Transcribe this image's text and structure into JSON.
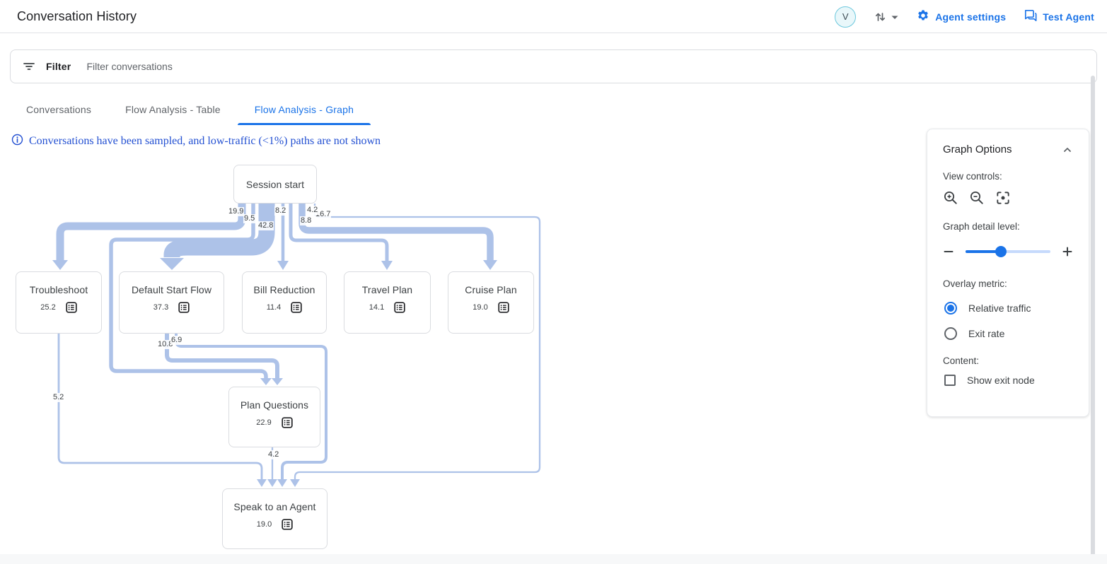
{
  "header": {
    "title": "Conversation History",
    "avatar_letter": "V",
    "agent_settings_label": "Agent settings",
    "test_agent_label": "Test Agent"
  },
  "filter": {
    "label": "Filter",
    "placeholder": "Filter conversations"
  },
  "tabs": [
    {
      "label": "Conversations",
      "active": false
    },
    {
      "label": "Flow Analysis - Table",
      "active": false
    },
    {
      "label": "Flow Analysis - Graph",
      "active": true
    }
  ],
  "notice": "Conversations have been sampled, and low-traffic (<1%) paths are not shown",
  "flow_graph": {
    "nodes": [
      {
        "id": "session-start",
        "label": "Session start",
        "value": ""
      },
      {
        "id": "troubleshoot",
        "label": "Troubleshoot",
        "value": "25.2"
      },
      {
        "id": "default-start-flow",
        "label": "Default Start Flow",
        "value": "37.3"
      },
      {
        "id": "bill-reduction",
        "label": "Bill Reduction",
        "value": "11.4"
      },
      {
        "id": "travel-plan",
        "label": "Travel Plan",
        "value": "14.1"
      },
      {
        "id": "cruise-plan",
        "label": "Cruise Plan",
        "value": "19.0"
      },
      {
        "id": "plan-questions",
        "label": "Plan Questions",
        "value": "22.9"
      },
      {
        "id": "speak-to-an-agent",
        "label": "Speak to an Agent",
        "value": "19.0"
      }
    ],
    "edges": [
      {
        "from": "Session start",
        "to": "Troubleshoot",
        "value": "19.9"
      },
      {
        "from": "Session start",
        "to": "Plan Questions",
        "value": "9.5"
      },
      {
        "from": "Session start",
        "to": "Default Start Flow",
        "value": "42.8"
      },
      {
        "from": "Session start",
        "to": "Bill Reduction",
        "value": "8.2"
      },
      {
        "from": "Session start",
        "to": "Travel Plan",
        "value": "8.8"
      },
      {
        "from": "Session start",
        "to": "Cruise Plan",
        "value": "16.7"
      },
      {
        "from": "Session start",
        "to": "Speak to an Agent",
        "value": "4.2"
      },
      {
        "from": "Default Start Flow",
        "to": "Plan Questions",
        "value": "10.8"
      },
      {
        "from": "Default Start Flow",
        "to": "Speak to an Agent",
        "value": "6.9"
      },
      {
        "from": "Troubleshoot",
        "to": "Speak to an Agent",
        "value": "5.2"
      },
      {
        "from": "Plan Questions",
        "to": "Speak to an Agent",
        "value": "4.2"
      }
    ],
    "edge_color": "#adc2e8"
  },
  "graph_options": {
    "title": "Graph Options",
    "view_controls_label": "View controls:",
    "detail_label": "Graph detail level:",
    "detail_value_pct": 42,
    "overlay_label": "Overlay metric:",
    "overlay_options": [
      {
        "label": "Relative traffic",
        "selected": true
      },
      {
        "label": "Exit rate",
        "selected": false
      }
    ],
    "content_label": "Content:",
    "show_exit_node_label": "Show exit node",
    "show_exit_node_checked": false
  },
  "colors": {
    "accent": "#1a73e8",
    "edge": "#adc2e8",
    "notice_blue": "#2350d2"
  }
}
